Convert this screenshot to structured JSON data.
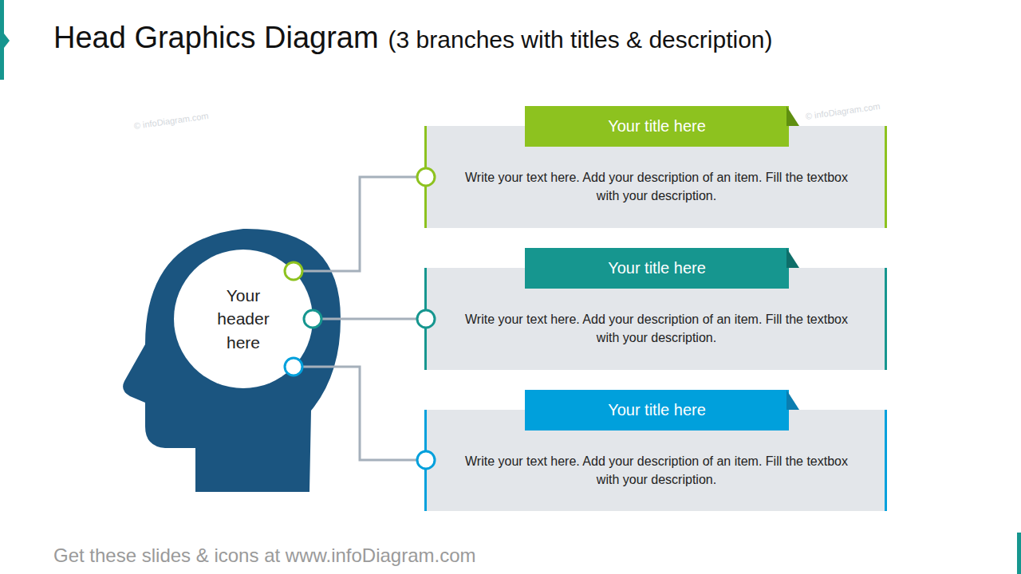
{
  "diagram": {
    "title": "Head Graphics Diagram",
    "caption": "Get these slides & icons at www.infoDiagram.com",
    "nodes": [
      {
        "text": [
          "Your header here"
        ]
      },
      {
        "text": [
          "Your title here",
          "Write your text here. Add your description of an item. Fill the textbox with your description."
        ]
      },
      {
        "text": [
          "Your title here",
          "Write your text here. Add your description of an item. Fill the textbox with your description."
        ]
      },
      {
        "text": [
          "Your title here",
          "Write your text here. Add your description of an item. Fill the textbox with your description."
        ]
      }
    ],
    "edges": [
      {
        "from": 0,
        "to": 1,
        "arrow": "none"
      },
      {
        "from": 0,
        "to": 2,
        "arrow": "none"
      },
      {
        "from": 0,
        "to": 3,
        "arrow": "none"
      }
    ],
    "labels": [
      "(3 branches with titles & description)",
      "© infoDiagram.com",
      "© infoDiagram.com"
    ]
  }
}
